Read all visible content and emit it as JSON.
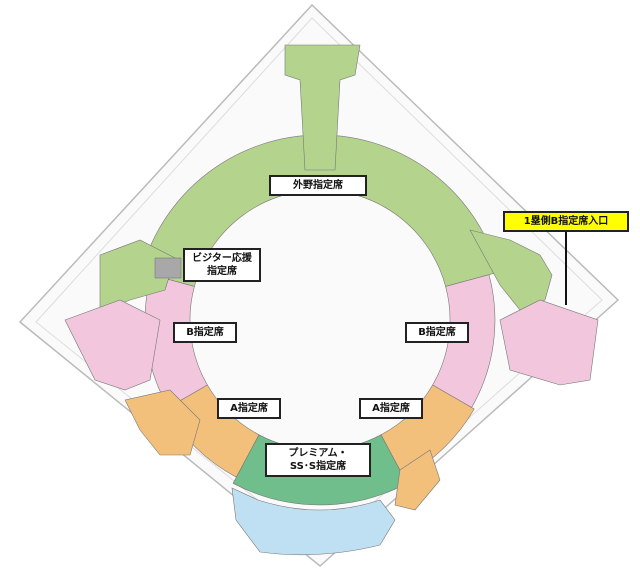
{
  "title": "Stadium seating map",
  "labels": {
    "outfield": "外野指定席",
    "visitor_line1": "ビジター応援",
    "visitor_line2": "指定席",
    "b_left": "B指定席",
    "b_right": "B指定席",
    "a_left": "A指定席",
    "a_right": "A指定席",
    "premium_line1": "プレミアム・",
    "premium_line2": "SS･S指定席",
    "entrance": "1塁側B指定席入口"
  },
  "colors": {
    "outfield": "#b4d48e",
    "b_seats": "#f2c6dd",
    "a_seats": "#f3c07c",
    "premium": "#6fbe8c",
    "pool": "#bfe0f2",
    "visitor": "#a8a8a8",
    "entrance": "#ffff00"
  }
}
